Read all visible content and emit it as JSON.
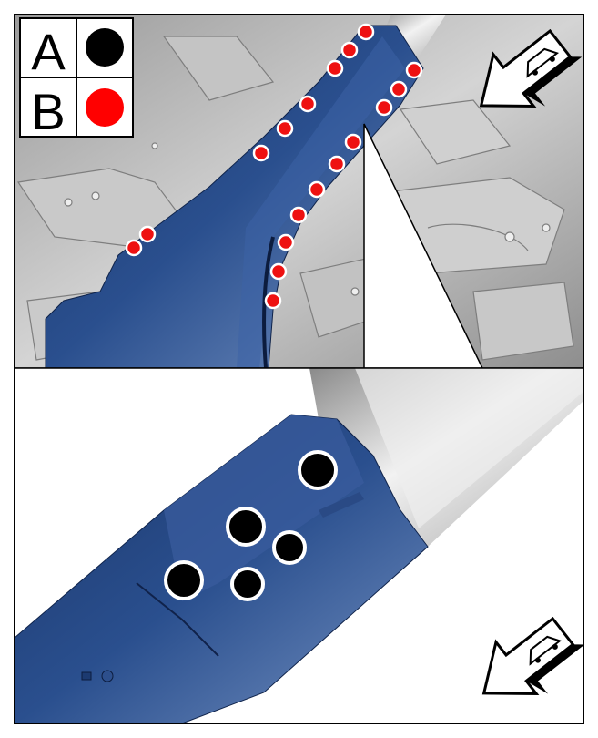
{
  "legend": {
    "rows": [
      {
        "letter": "A",
        "symbol": "black-dot",
        "color": "#000000"
      },
      {
        "letter": "B",
        "symbol": "red-dot",
        "color": "#ff0000"
      }
    ]
  },
  "colors": {
    "panel_blue": "#1f3f7a",
    "panel_blue_light": "#6f8fc0",
    "body_grey": "#b8b8b8",
    "weld_black": "#000000",
    "weld_red": "#ee1111",
    "frame": "#000000"
  },
  "icons": {
    "top_arrow": "front-direction-car-arrow-icon",
    "bottom_arrow": "front-direction-car-arrow-icon"
  }
}
